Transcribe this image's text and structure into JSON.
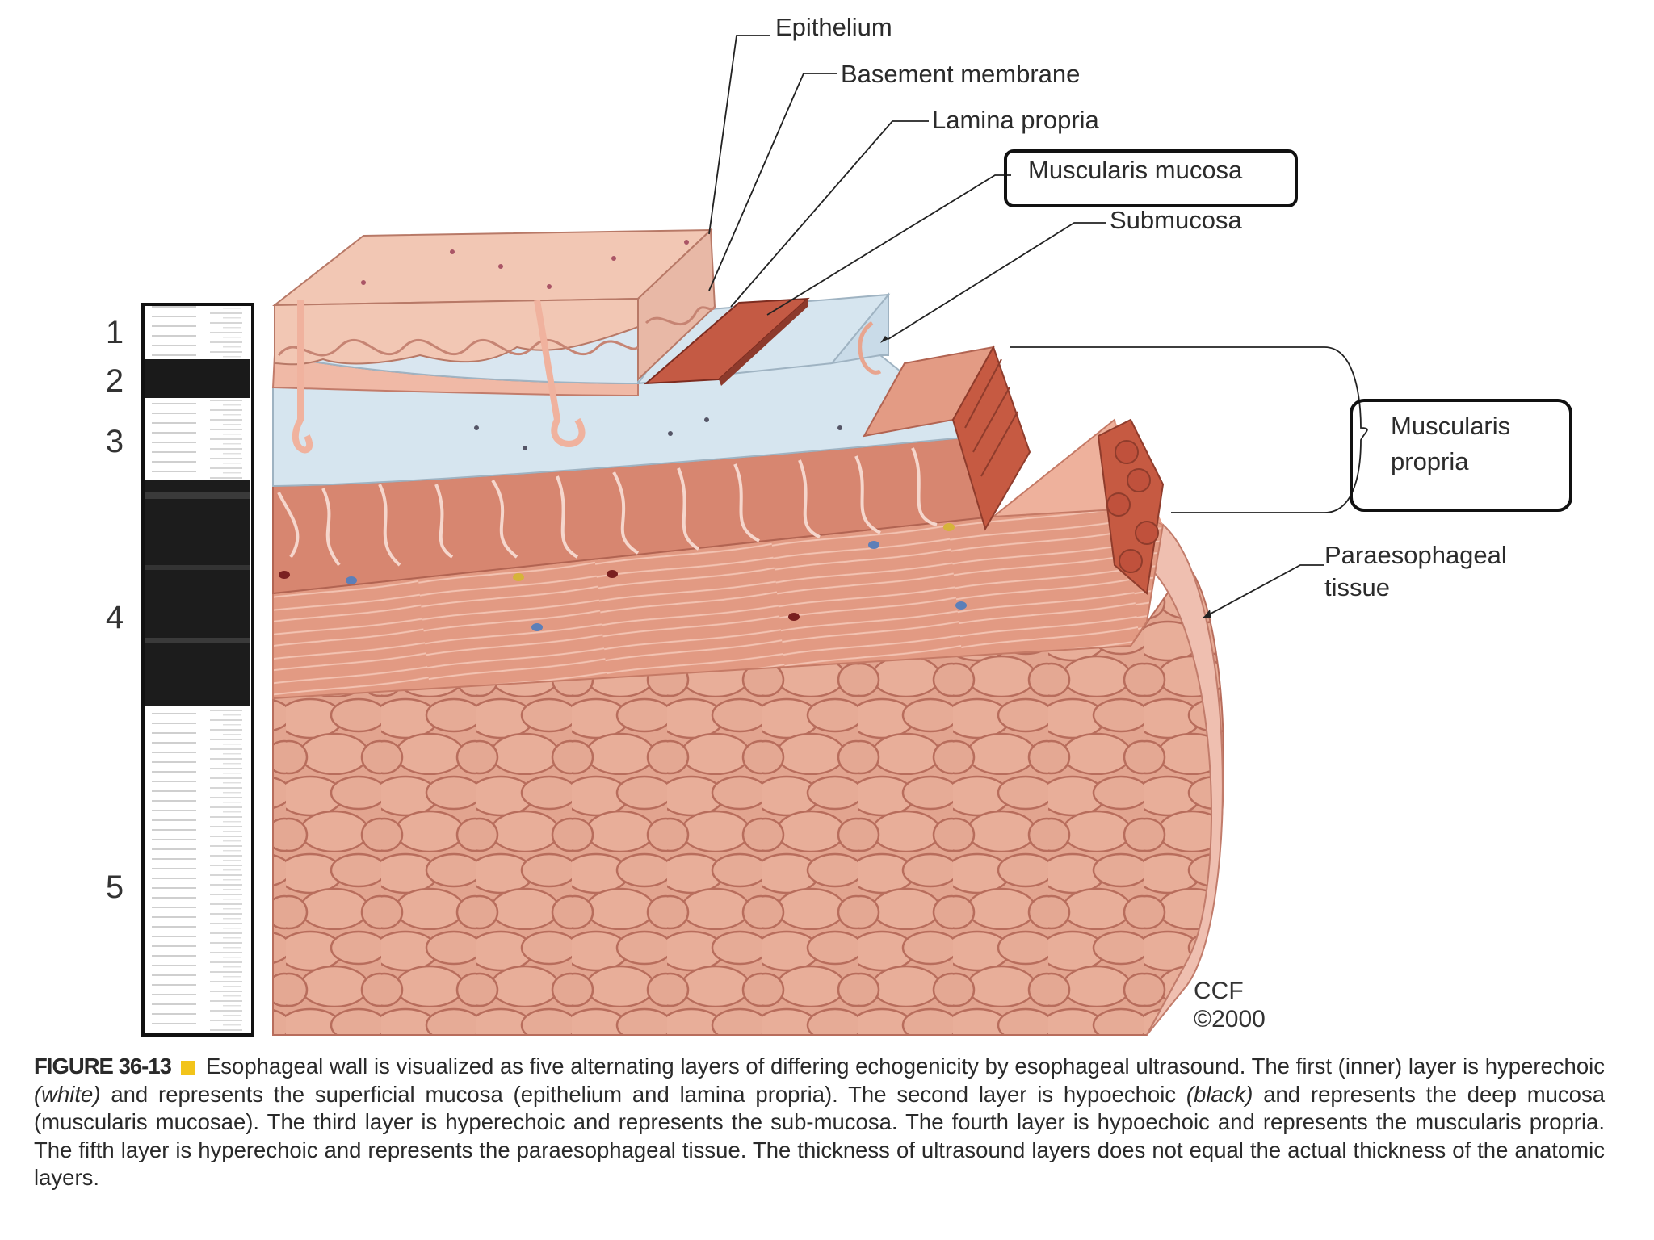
{
  "labels": {
    "epithelium": "Epithelium",
    "basement_membrane": "Basement membrane",
    "lamina_propria": "Lamina propria",
    "muscularis_mucosa": "Muscularis mucosa",
    "submucosa": "Submucosa",
    "muscularis_propria_line1": "Muscularis",
    "muscularis_propria_line2": "propria",
    "paraesophageal_line1": "Paraesophageal",
    "paraesophageal_line2": "tissue"
  },
  "ultrasound_layer_numbers": [
    "1",
    "2",
    "3",
    "4",
    "5"
  ],
  "copyright": {
    "org": "CCF",
    "year": "©2000"
  },
  "caption": {
    "label": "FIGURE 36-13",
    "t1": "Esophageal wall is visualized as five alternating layers of differing echogenicity by esophageal ultrasound. The first (inner) layer is hyperechoic ",
    "e1": "(white)",
    "t2": " and represents the superficial mucosa (epithelium and lamina propria). The second layer is hypoechoic ",
    "e2": "(black)",
    "t3": " and represents the deep mucosa (muscularis mucosae). The third layer is hyperechoic and represents the sub-mucosa. The fourth layer is hypoechoic and represents the muscularis propria. The fifth layer is hyperechoic and represents the paraesophageal tissue. The thickness of ultrasound layers does not equal the actual thickness of the anatomic layers."
  },
  "colors": {
    "epithelium": "#f2c7b4",
    "lamina_propria": "#d9e6f0",
    "muscularis_mucosa": "#c45a44",
    "submucosa": "#d6e5ef",
    "muscle": "#d9826e",
    "paraesophageal": "#e8a58f",
    "highlight_box": "#111111",
    "caption_square": "#f2c41a"
  }
}
